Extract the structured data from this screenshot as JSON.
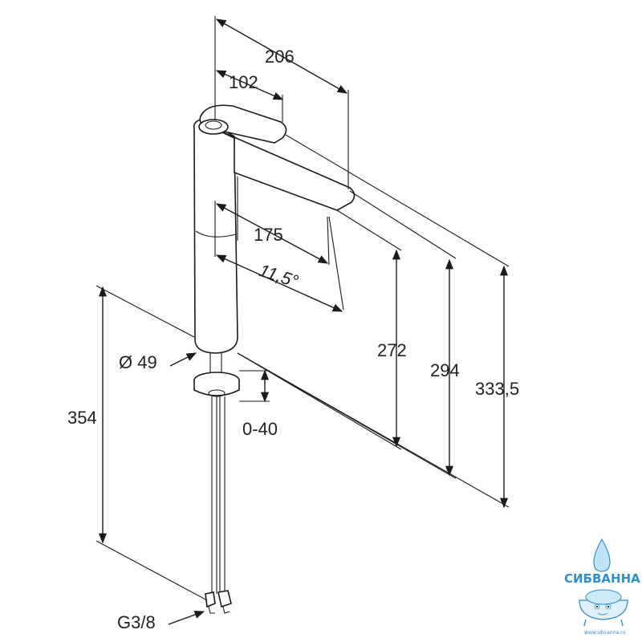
{
  "dimensions": {
    "overall_reach": "206",
    "lever_reach": "102",
    "spout_reach": "175",
    "spout_angle": "11,5°",
    "spout_height": "272",
    "outlet_height": "294",
    "total_height": "333,5",
    "base_diameter": "Ø 49",
    "mount_thickness": "0-40",
    "hose_length": "354",
    "connection": "G3/8"
  },
  "watermark": {
    "brand": "СИБВАННА",
    "url": "www.sibvanna.ru",
    "color": "#2f8fd6"
  }
}
